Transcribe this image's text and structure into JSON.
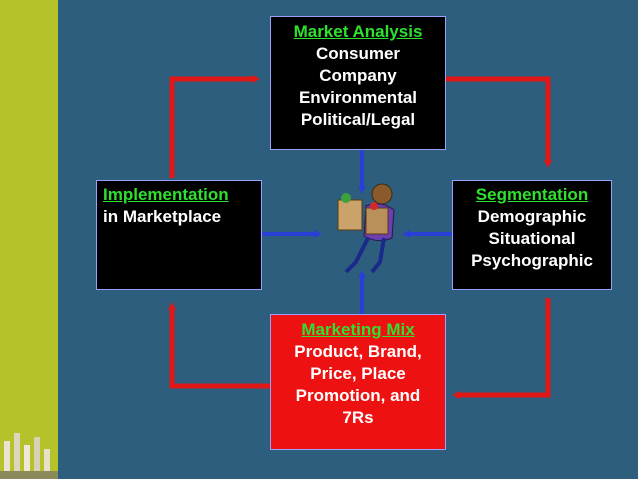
{
  "colors": {
    "background": "#2d5e7d",
    "sidebar": "#b5c22a",
    "box_dark": "#000000",
    "box_red": "#ee1111",
    "title_green": "#2fe02f",
    "arrow_red": "#e01818",
    "arrow_blue": "#2a3fd6"
  },
  "boxes": {
    "market_analysis": {
      "title": "Market Analysis",
      "lines": [
        "Consumer",
        "Company",
        "Environmental",
        "Political/Legal"
      ]
    },
    "implementation": {
      "title": "Implementation",
      "lines": [
        "in Marketplace"
      ]
    },
    "segmentation": {
      "title": "Segmentation",
      "lines": [
        "Demographic",
        "Situational",
        "Psychographic"
      ]
    },
    "marketing_mix": {
      "title": "Marketing Mix",
      "lines": [
        "Product, Brand,",
        "Price, Place",
        "Promotion, and",
        "7Rs"
      ]
    }
  },
  "icons": {
    "center": "shopper-carrying-bags-icon"
  }
}
